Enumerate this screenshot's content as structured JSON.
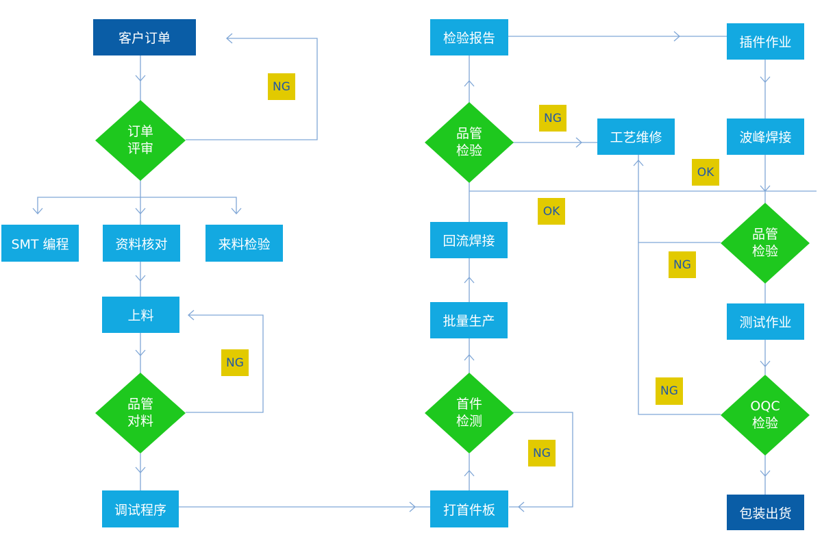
{
  "colors": {
    "box": "#13a9e1",
    "box_dark": "#0a5da6",
    "diamond": "#1ec81e",
    "tag": "#e2ca00",
    "tag_text": "#2158a6",
    "line": "#7fa6d6"
  },
  "nodes": {
    "customer_order": "客户订单",
    "order_review": "订单\n评审",
    "smt_programming": "SMT 编程",
    "data_check": "资料核对",
    "incoming_inspection": "来料检验",
    "loading": "上料",
    "qc_material_check": "品管\n对料",
    "debug_program": "调试程序",
    "first_board": "打首件板",
    "first_article_test": "首件\n检测",
    "mass_production": "批量生产",
    "reflow_soldering": "回流焊接",
    "qc_inspection_1": "品管\n检验",
    "inspection_report": "检验报告",
    "process_repair": "工艺维修",
    "insertion": "插件作业",
    "wave_soldering": "波峰焊接",
    "qc_inspection_2": "品管\n检验",
    "testing": "测试作业",
    "oqc_inspection": "OQC\n检验",
    "packing_shipping": "包装出货"
  },
  "tags": {
    "ng_order_review": "NG",
    "ng_material_check": "NG",
    "ng_first_article": "NG",
    "ng_qc1": "NG",
    "ok_qc1": "OK",
    "ok_wave": "OK",
    "ng_qc2": "NG",
    "ng_oqc": "NG"
  }
}
